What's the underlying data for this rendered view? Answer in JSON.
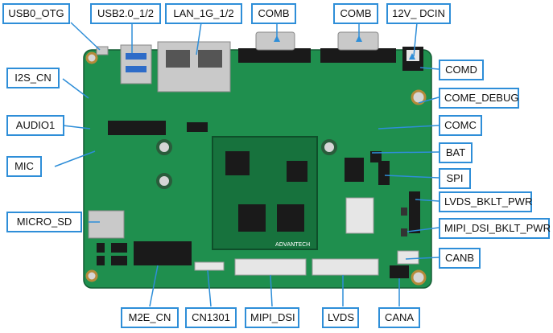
{
  "colors": {
    "pcb": "#1f8f4e",
    "pcb_dark": "#17723d",
    "callout_border": "#2e8ed8",
    "leader_line": "#2e8ed8",
    "connector_black": "#1a1a1a",
    "connector_white": "#e6e6e6",
    "metal": "#c9c9c9",
    "gold": "#d8a64a"
  },
  "labels": {
    "usb0_otg": "USB0_OTG",
    "usb20": "USB2.0_1/2",
    "lan": "LAN_1G_1/2",
    "comb1": "COMB",
    "comb2": "COMB",
    "dcin": "12V_ DCIN",
    "comd": "COMD",
    "come_debug": "COME_DEBUG",
    "comc": "COMC",
    "bat": "BAT",
    "spi": "SPI",
    "lvds_bklt_pwr": "LVDS_BKLT_PWR",
    "mipi_dsi_bklt_pwr": "MIPI_DSI_BKLT_PWR",
    "canb": "CANB",
    "i2s_cn": "I2S_CN",
    "audio1": "AUDIO1",
    "mic": "MIC",
    "micro_sd": "MICRO_SD",
    "m2e_cn": "M2E_CN",
    "cn1301": "CN1301",
    "mipi_dsi": "MIPI_DSI",
    "lvds": "LVDS",
    "cana": "CANA"
  },
  "board_text": {
    "brand": "ADVANTECH"
  }
}
